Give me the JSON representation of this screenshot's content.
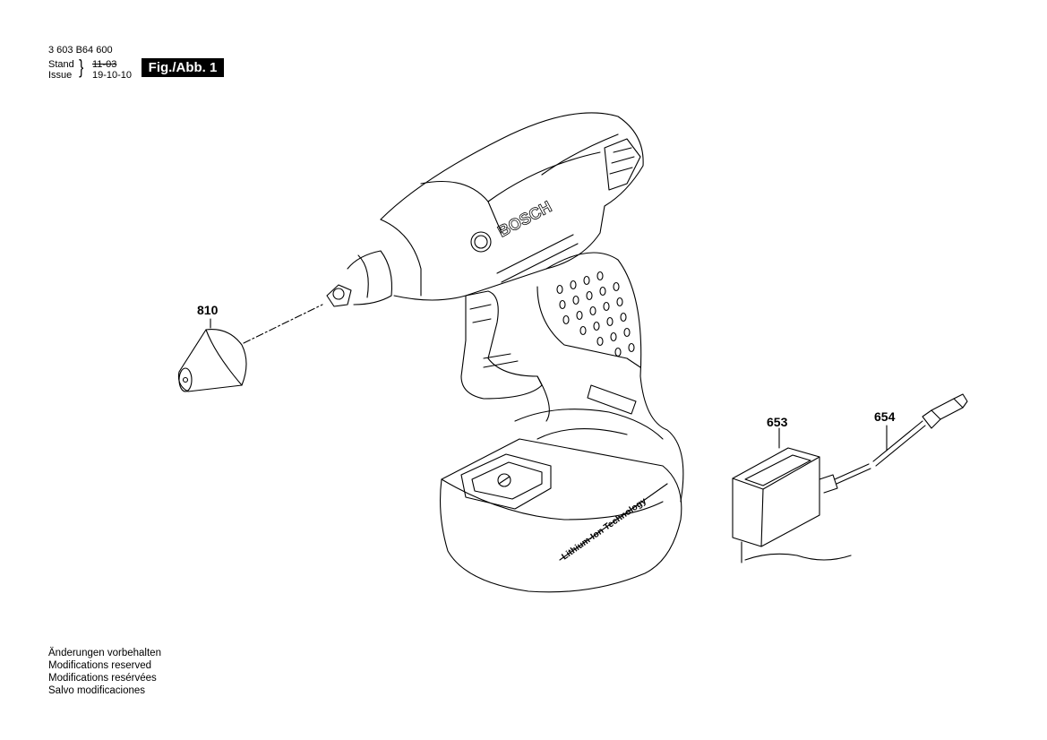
{
  "header": {
    "part_number": "3 603 B64 600",
    "stand_label": "Stand",
    "issue_label": "Issue",
    "old_date": "11-03",
    "new_date": "19-10-10",
    "figure_label": "Fig./Abb. 1"
  },
  "parts": {
    "nozzle": "810",
    "charger": "653",
    "cable": "654"
  },
  "product": {
    "brand_text": "BOSCH",
    "battery_text": "Lithium-Ion Technology"
  },
  "footer": {
    "lines": [
      "Änderungen vorbehalten",
      "Modifications reserved",
      "Modifications resérvées",
      "Salvo modificaciones"
    ]
  }
}
